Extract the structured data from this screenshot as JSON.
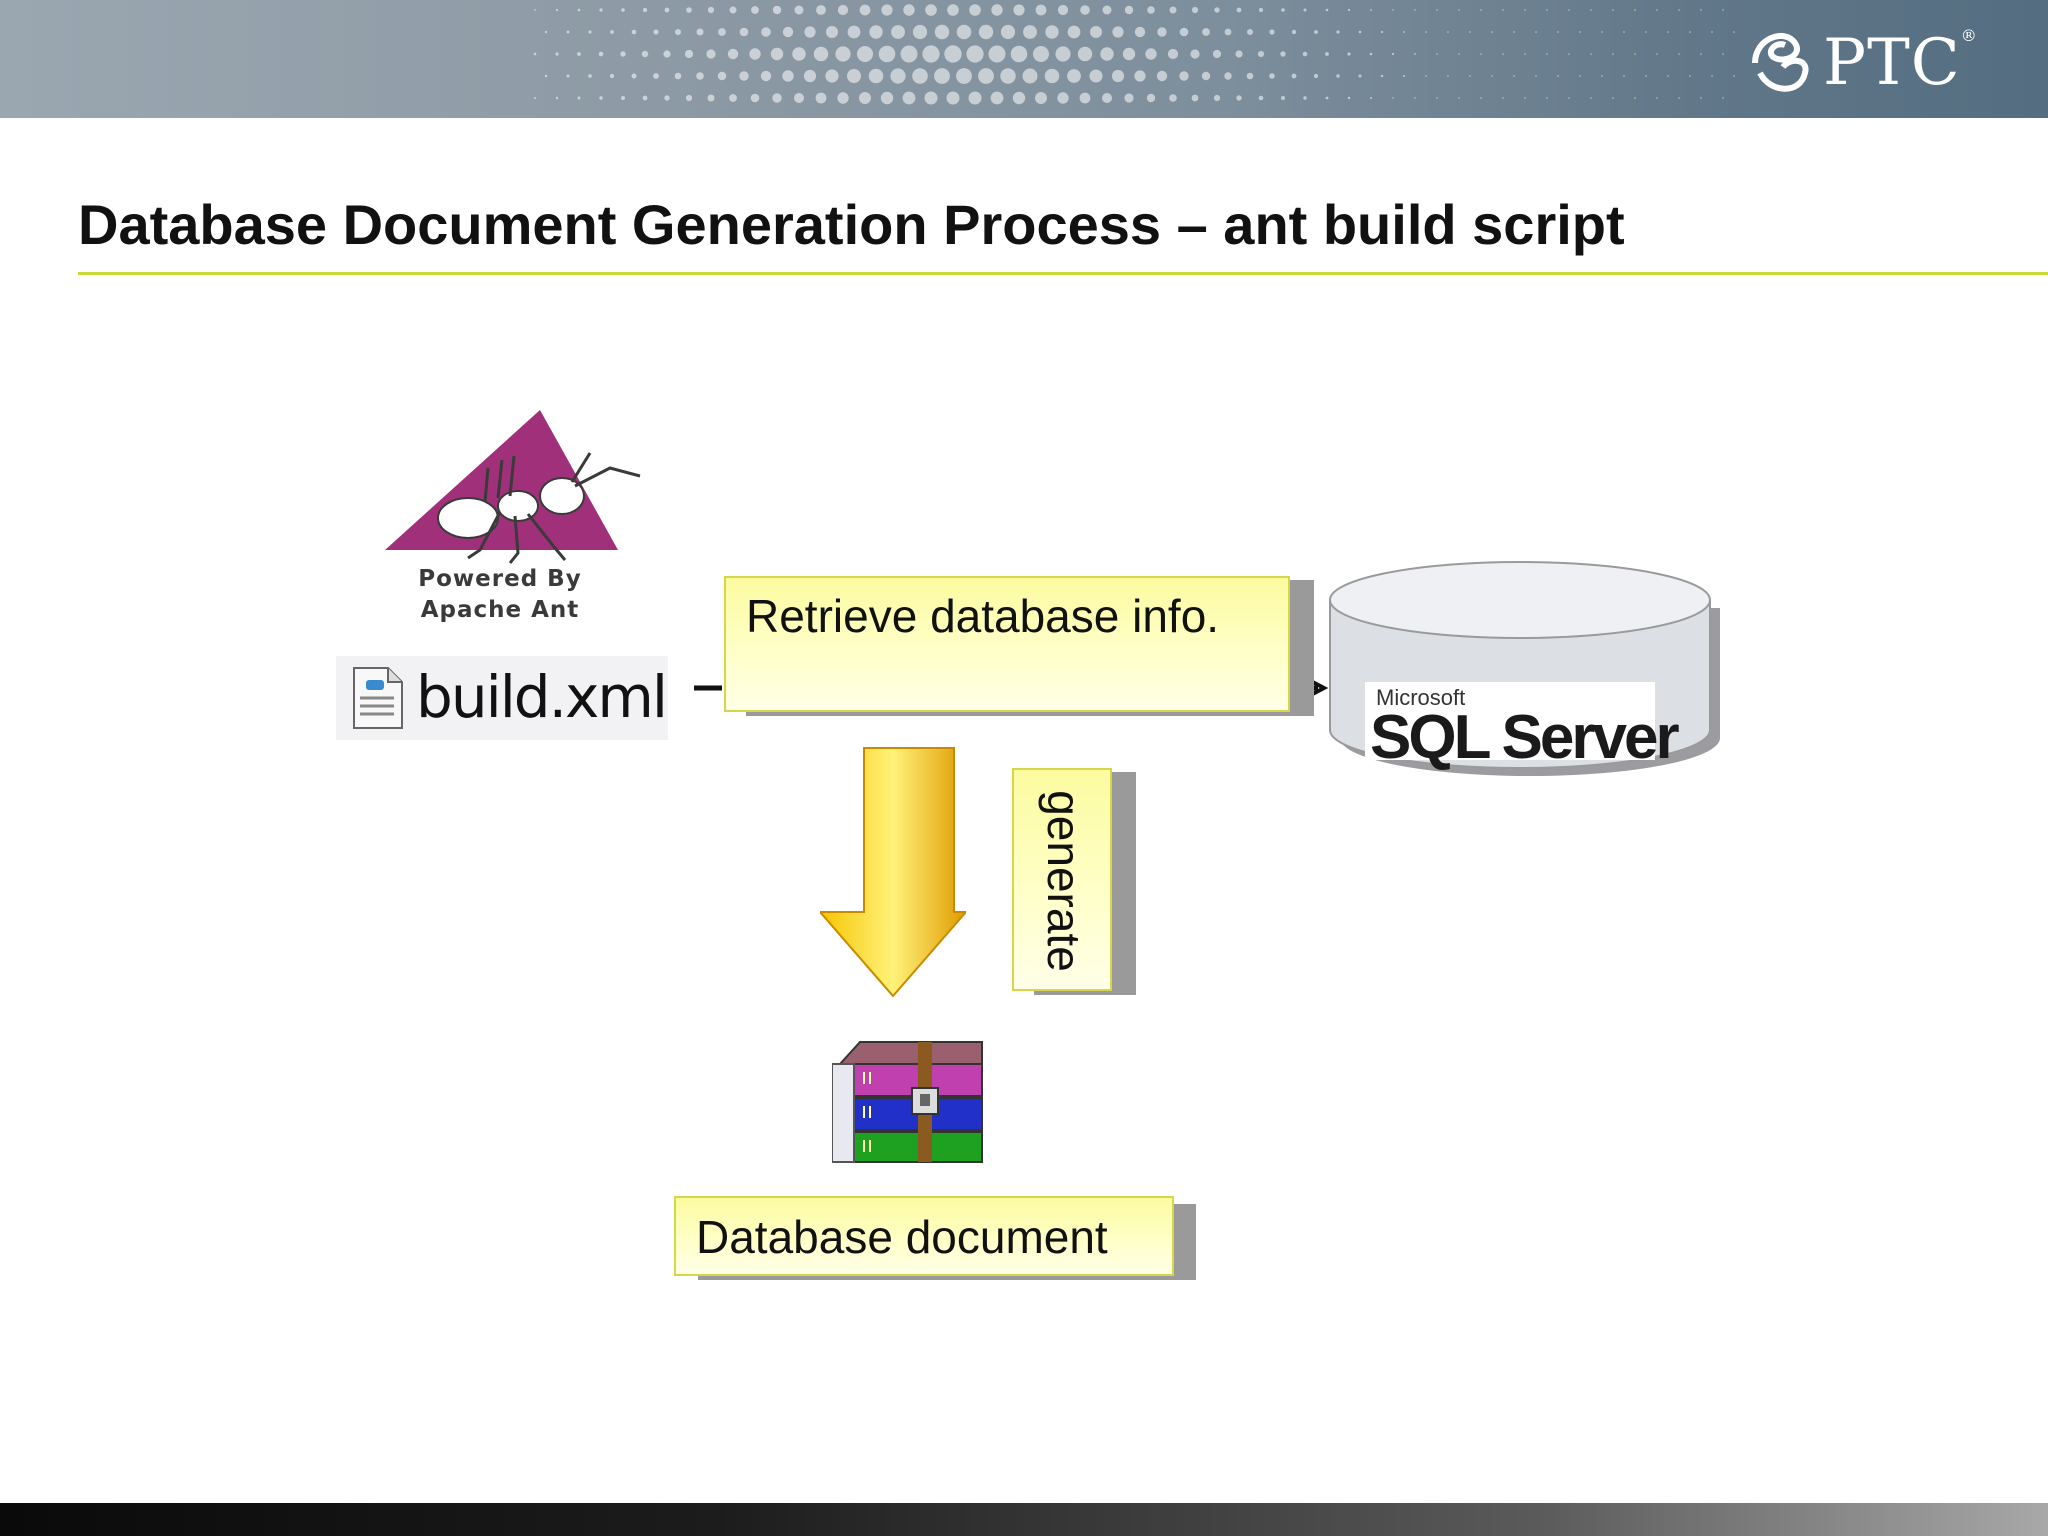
{
  "slide": {
    "title": "Database Document Generation Process – ant build script"
  },
  "brand": {
    "logo_text": "PTC",
    "registered": "®",
    "icon": "ptc-swirl-logo"
  },
  "ant": {
    "caption_line1": "Powered By",
    "caption_line2": "Apache Ant",
    "icon": "apache-ant-logo"
  },
  "build_file": {
    "name": "build.xml",
    "icon": "xml-file-icon"
  },
  "steps": {
    "retrieve": "Retrieve database info.",
    "generate": "generate"
  },
  "database": {
    "vendor": "Microsoft",
    "product": "SQL Server",
    "icon": "database-cylinder-icon"
  },
  "output": {
    "label": "Database document",
    "icon": "archive-books-icon"
  },
  "colors": {
    "note_fill": "#ffffc8",
    "note_border": "#d6d64a",
    "ant_magenta": "#a0307a",
    "title_rule": "#c8da3a",
    "arrow_gold": "#f0b400"
  }
}
